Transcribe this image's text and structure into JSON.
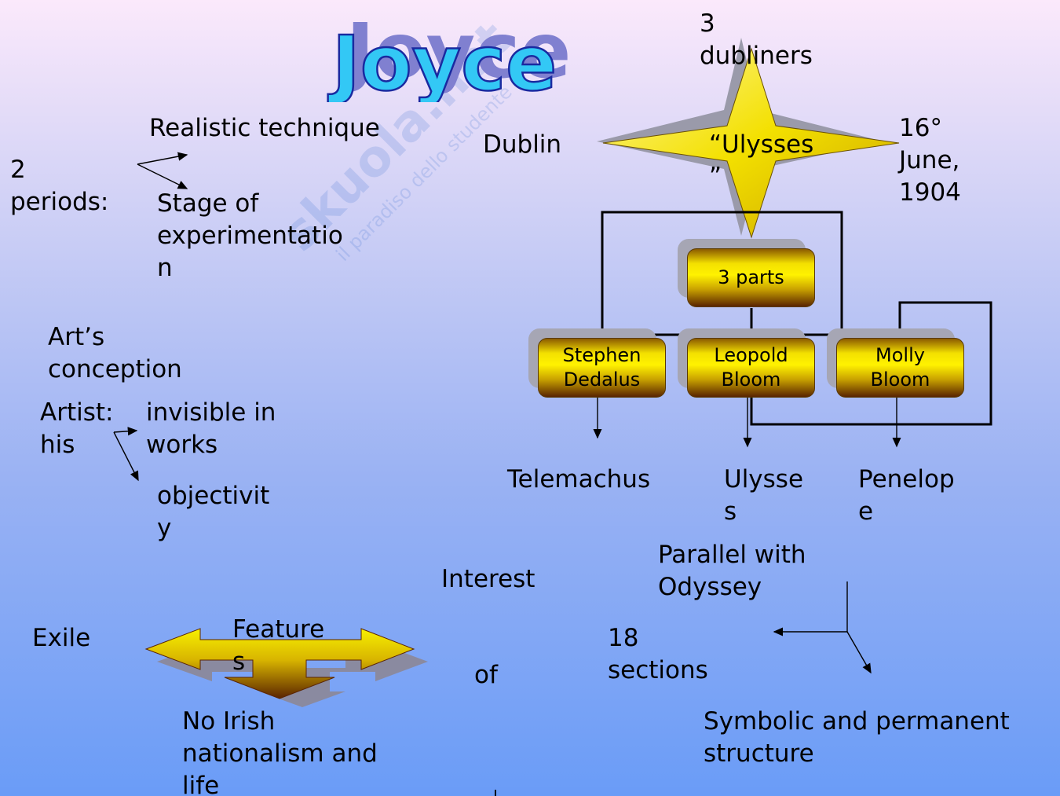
{
  "title": "Joyce",
  "left": {
    "periods_label": "2\nperiods:",
    "period_realistic": "Realistic technique",
    "period_experimentation": "Stage of\nexperimentatio\nn",
    "arts_conception": "Art’s\nconception",
    "artist_his": "Artist:\nhis",
    "invisible_in_works": " invisible in\nworks",
    "objectivity": "objectivit\ny",
    "exile": "Exile",
    "features": "Feature\ns",
    "no_irish_nationalism": "No Irish\nnationalism and\nlife"
  },
  "right": {
    "three_dubliners": "3\ndubliners",
    "dublin": "Dublin",
    "ulysses_star": "“Ulysses\n”",
    "date": "16°\nJune,\n1904",
    "three_parts": "3 parts",
    "parts": [
      {
        "name": "Stephen\nDedalus",
        "counterpart": "Telemachus"
      },
      {
        "name": "Leopold\nBloom",
        "counterpart": "Ulysse\ns"
      },
      {
        "name": "Molly\nBloom",
        "counterpart": "Penelop\ne"
      }
    ],
    "parallel": "Parallel with\nOdyssey",
    "interest": "Interest",
    "of": "of",
    "sections": "18\nsections",
    "symbolic": "Symbolic and permanent\nstructure"
  },
  "colors": {
    "title_fill": "#33c8f5",
    "title_shadow": "#8080d0",
    "gold": "#f3e000",
    "brown": "#5a2400",
    "bg_top": "#fbe9fb",
    "bg_bottom": "#6a9cf7"
  }
}
